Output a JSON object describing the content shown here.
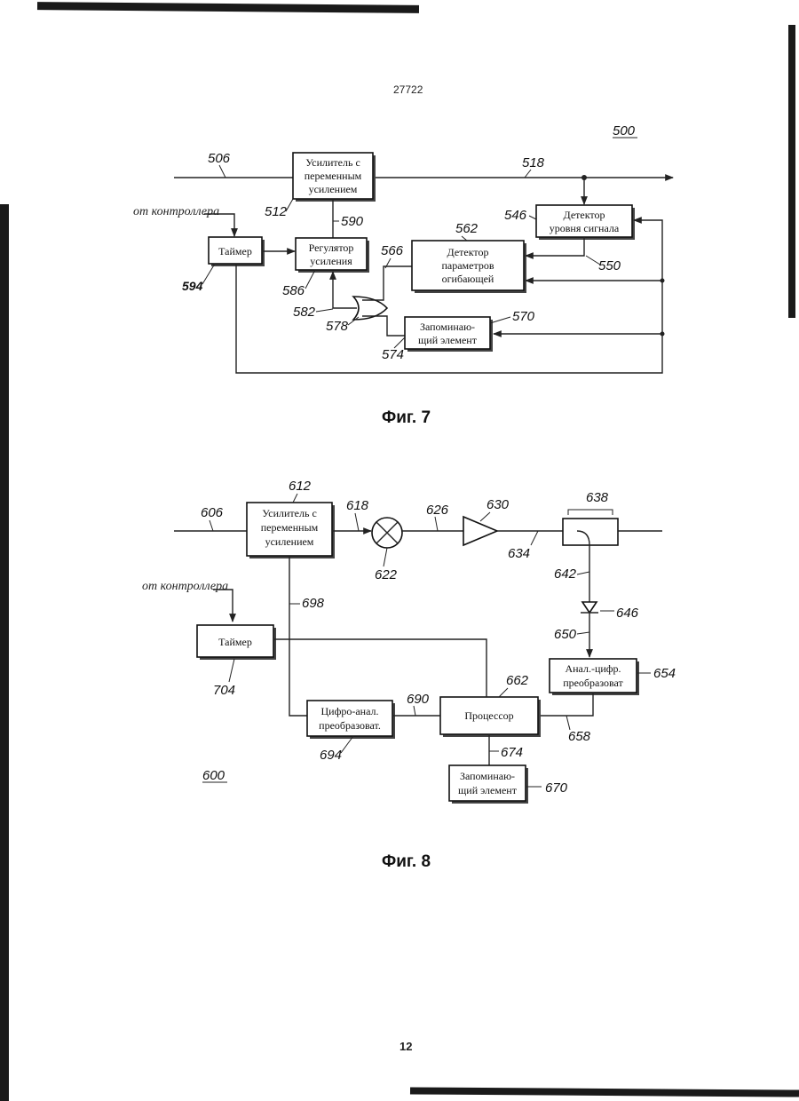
{
  "page": {
    "doc_number": "27722",
    "page_number": "12"
  },
  "fig7": {
    "caption": "Фиг. 7",
    "ref_main": "500",
    "ref_input": "506",
    "ref_out_line": "518",
    "ref_vga": "512",
    "ref_gain_link": "590",
    "ref_level_det": "546",
    "ref_level_out": "550",
    "ref_env_det": "562",
    "ref_env_in": "566",
    "ref_timer": "594",
    "ref_gain_reg": "586",
    "ref_or_out": "582",
    "ref_or": "578",
    "ref_mem": "570",
    "ref_mem_in": "574",
    "controller_note": "от контроллера",
    "vga": [
      "Усилитель с",
      "переменным",
      "усилением"
    ],
    "timer": "Таймер",
    "gain_reg": [
      "Регулятор",
      "усиления"
    ],
    "env_det": [
      "Детектор",
      "параметров",
      "огибающей"
    ],
    "level_det": [
      "Детектор",
      "уровня сигнала"
    ],
    "mem": [
      "Запоминаю-",
      "щий элемент"
    ]
  },
  "fig8": {
    "caption": "Фиг. 8",
    "ref_main": "600",
    "ref_input": "606",
    "ref_vga": "612",
    "ref_vga_out": "618",
    "ref_mixer": "622",
    "ref_mixer_out": "626",
    "ref_amp": "630",
    "ref_amp_out": "634",
    "ref_coupler": "638",
    "ref_coupler_out": "642",
    "ref_diode": "646",
    "ref_diode_out": "650",
    "ref_adc": "654",
    "ref_adc_out": "658",
    "ref_proc": "662",
    "ref_mem": "670",
    "ref_mem_link": "674",
    "ref_dac_link": "690",
    "ref_dac": "694",
    "ref_vga_ctrl": "698",
    "ref_timer": "704",
    "controller_note": "от контроллера",
    "vga": [
      "Усилитель с",
      "переменным",
      "усилением"
    ],
    "timer": "Таймер",
    "dac": [
      "Цифро-анал.",
      "преобразоват."
    ],
    "proc": "Процессор",
    "adc": [
      "Анал.-цифр.",
      "преобразоват"
    ],
    "mem": [
      "Запоминаю-",
      "щий элемент"
    ]
  }
}
